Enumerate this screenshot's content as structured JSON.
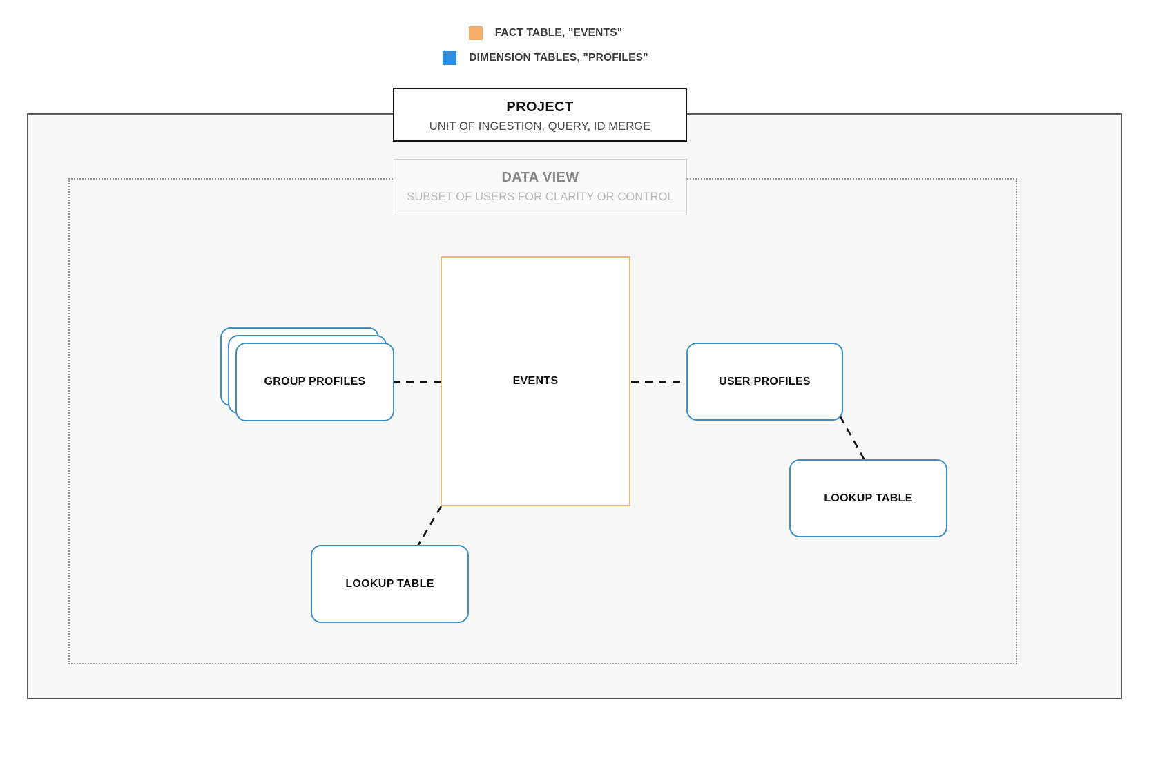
{
  "legend": {
    "items": [
      {
        "id": "fact",
        "label": "FACT TABLE, \"EVENTS\"",
        "color": "#f5ae68"
      },
      {
        "id": "dimension",
        "label": "DIMENSION TABLES, \"PROFILES\"",
        "color": "#2e90e5"
      }
    ]
  },
  "frames": {
    "project": {
      "title": "PROJECT",
      "subtitle": "UNIT OF INGESTION, QUERY, ID MERGE",
      "border_color": "#5a5a5a",
      "fill_color": "#f8f8f8"
    },
    "data_view": {
      "title": "DATA VIEW",
      "subtitle": "SUBSET OF USERS FOR CLARITY OR CONTROL",
      "border_color": "#8f8f8f",
      "title_color": "#868686",
      "subtitle_color": "#b9b9b9"
    }
  },
  "nodes": {
    "events": {
      "label": "EVENTS",
      "color": "#e8b878",
      "shape": "rectangle"
    },
    "group_profiles": {
      "label": "GROUP PROFILES",
      "color": "#3e8fc4",
      "shape": "stacked-rounded",
      "stack_count": 3
    },
    "user_profiles": {
      "label": "USER PROFILES",
      "color": "#3e8fc4",
      "shape": "rounded"
    },
    "lookup_table_left": {
      "label": "LOOKUP TABLE",
      "color": "#3e8fc4",
      "shape": "rounded"
    },
    "lookup_table_right": {
      "label": "LOOKUP TABLE",
      "color": "#3e8fc4",
      "shape": "rounded"
    }
  },
  "connectors": [
    {
      "id": "group-profiles-to-events",
      "from": "group_profiles",
      "to": "events",
      "style": "dashed"
    },
    {
      "id": "events-to-user-profiles",
      "from": "events",
      "to": "user_profiles",
      "style": "dashed"
    },
    {
      "id": "user-profiles-to-lookup-right",
      "from": "user_profiles",
      "to": "lookup_table_right",
      "style": "dashed"
    },
    {
      "id": "events-to-lookup-left",
      "from": "events",
      "to": "lookup_table_left",
      "style": "dashed"
    }
  ]
}
